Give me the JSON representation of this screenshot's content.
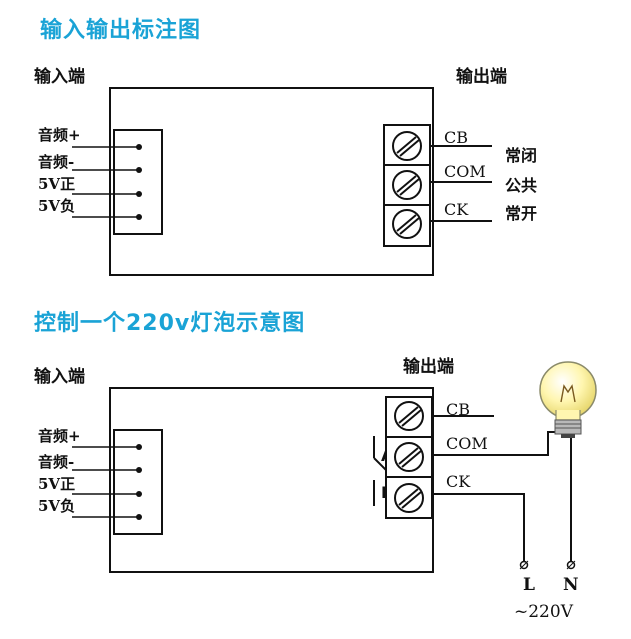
{
  "titles": {
    "io_annotation": "输入输出标注图",
    "bulb_diagram": "控制一个220v灯泡示意图"
  },
  "top": {
    "input_label": "输入端",
    "output_label": "输出端",
    "pins": [
      "音频+",
      "音频-",
      "5V正",
      "5V负"
    ],
    "terminals": [
      "CB",
      "COM",
      "CK"
    ],
    "meanings": [
      "常闭",
      "公共",
      "常开"
    ]
  },
  "bottom": {
    "input_label": "输入端",
    "output_label": "输出端",
    "pins": [
      "音频+",
      "音频-",
      "5V正",
      "5V负"
    ],
    "terminals": [
      "CB",
      "COM",
      "CK"
    ],
    "switch_a": "A",
    "switch_b": "B",
    "line_l": "L",
    "line_n": "N",
    "voltage": "~220V"
  },
  "colors": {
    "title": "#1aa3d6",
    "ink": "#111111",
    "bulb": "#fff6b0"
  }
}
